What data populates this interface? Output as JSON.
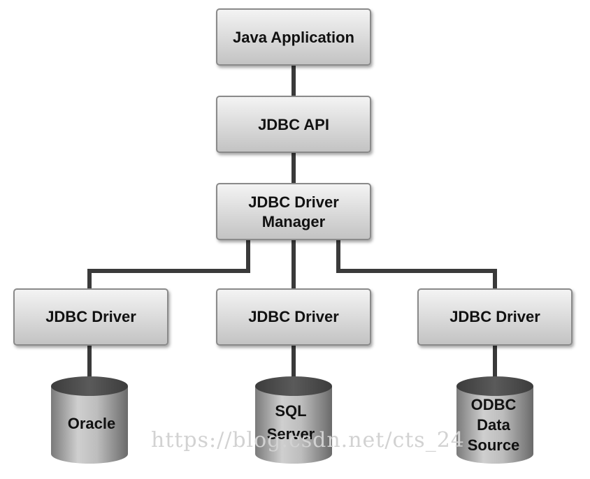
{
  "nodes": {
    "java_application": "Java Application",
    "jdbc_api": "JDBC API",
    "driver_manager": [
      "JDBC Driver",
      "Manager"
    ],
    "driver_left": "JDBC Driver",
    "driver_center": "JDBC Driver",
    "driver_right": "JDBC Driver"
  },
  "databases": {
    "oracle": [
      "Oracle"
    ],
    "sql_server": [
      "SQL",
      "Server"
    ],
    "odbc": [
      "ODBC",
      "Data",
      "Source"
    ]
  },
  "watermark": "https://blog.csdn.net/cts_24",
  "colors": {
    "box_top": "#f2f2f2",
    "box_bottom": "#c4c4c4",
    "cylinder_light": "#c9c9c9",
    "cylinder_dark": "#6e6e6e",
    "connector": "#3a3a3a"
  }
}
